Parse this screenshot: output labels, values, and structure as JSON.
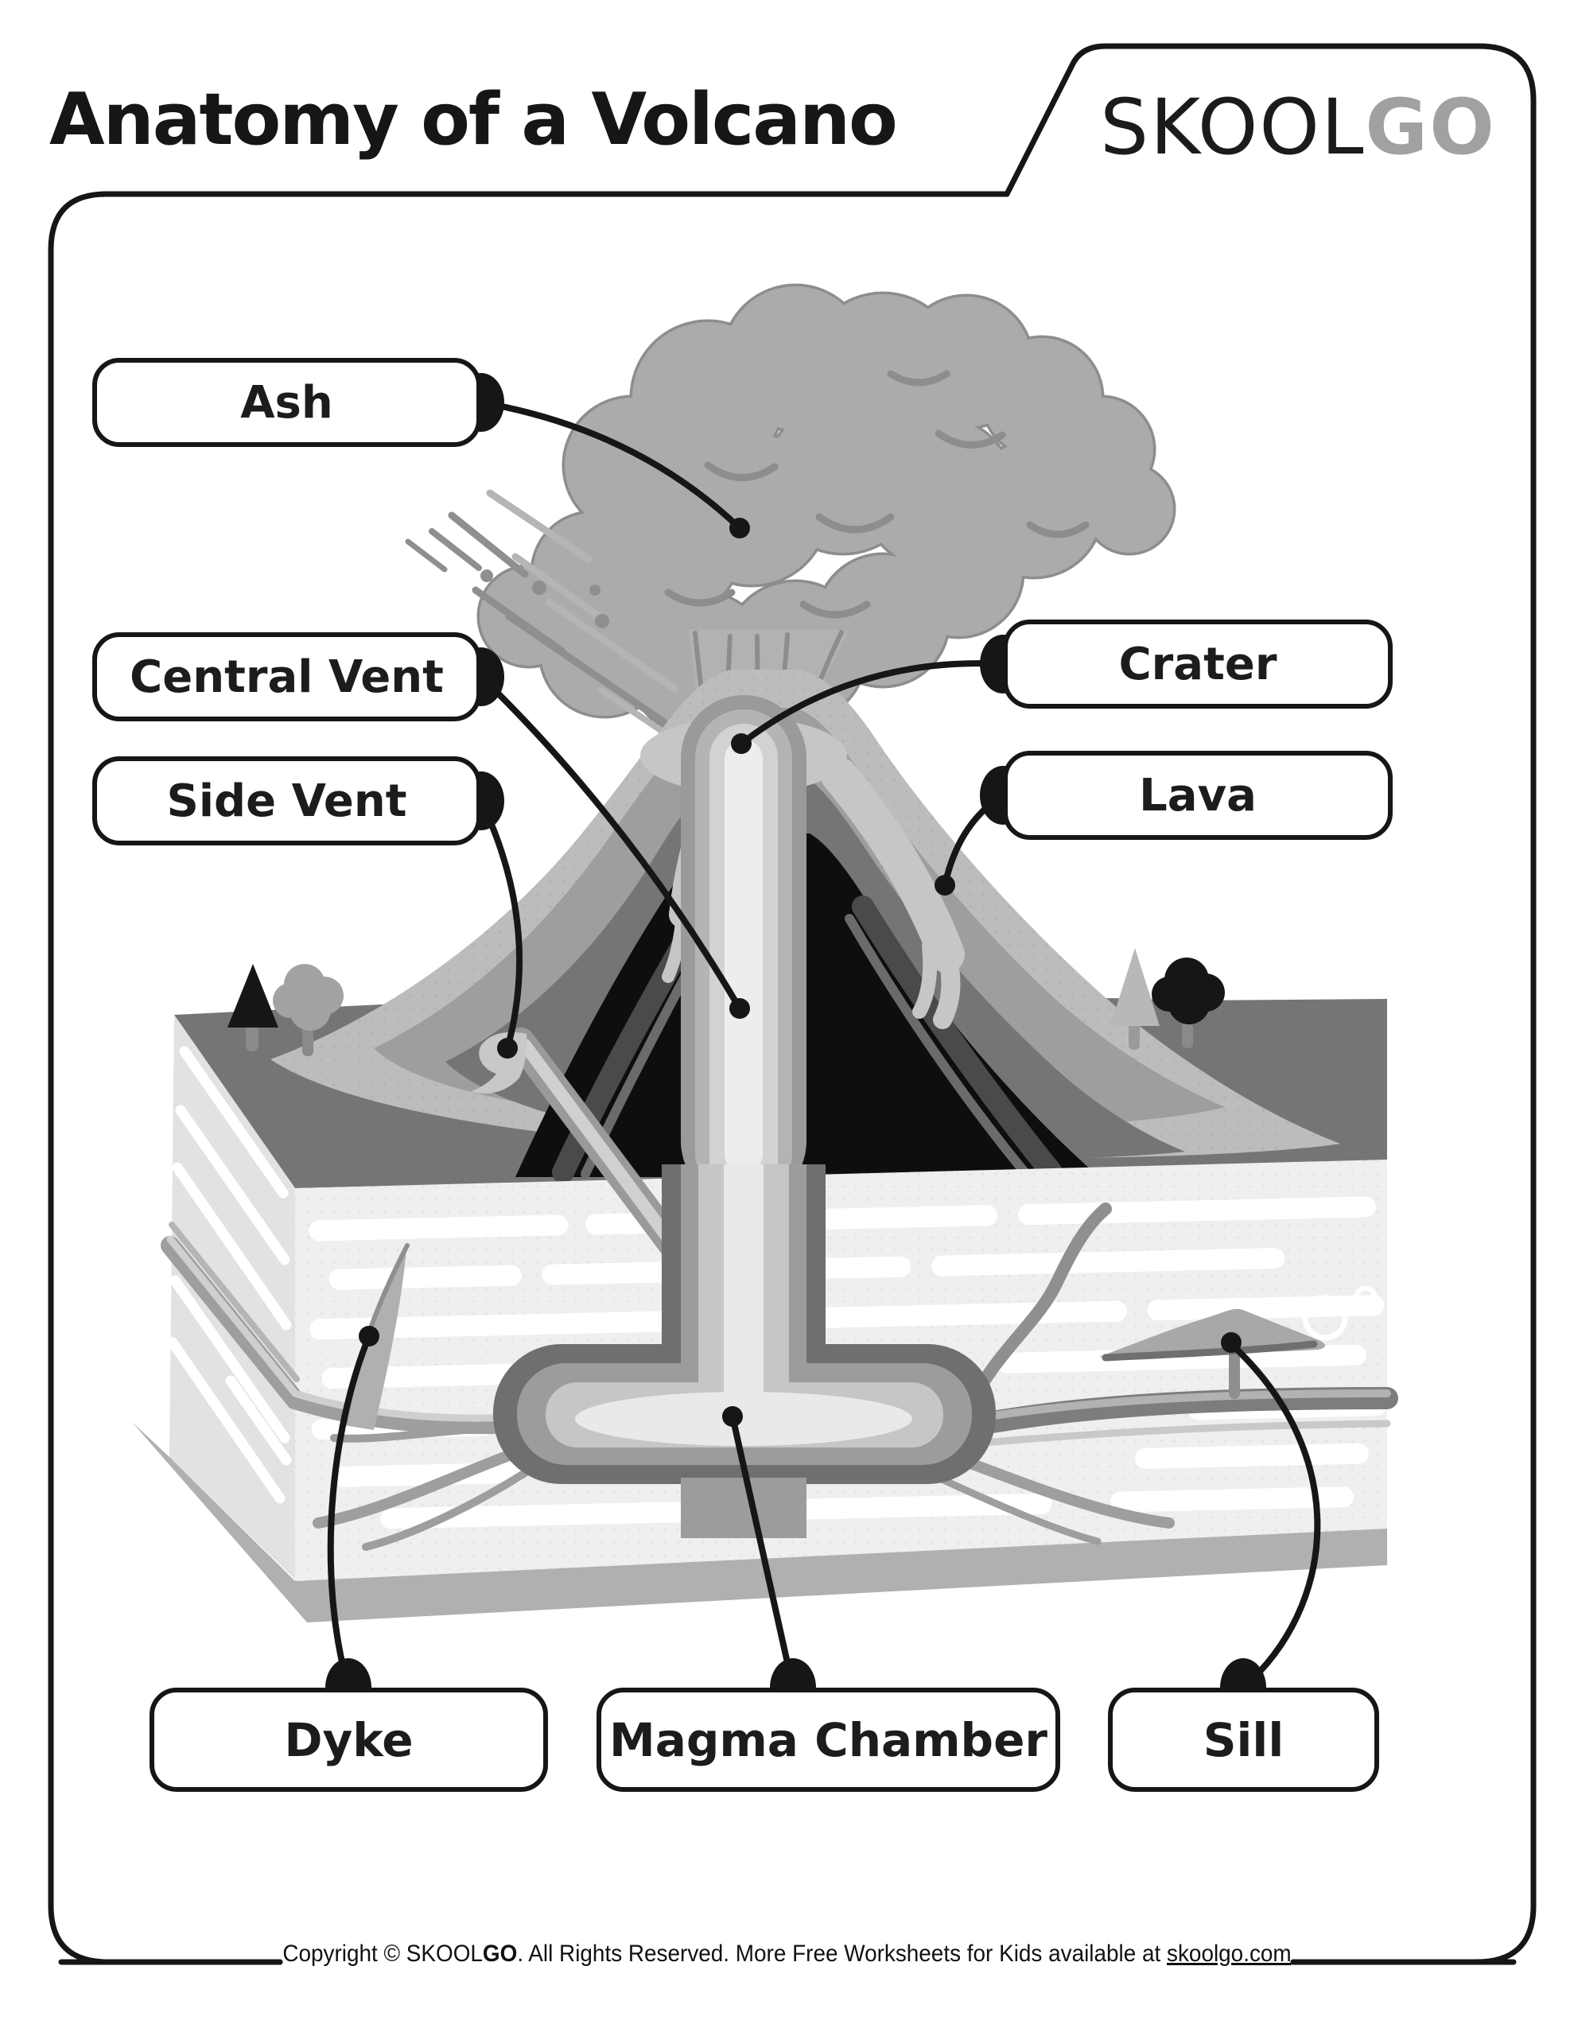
{
  "page": {
    "title": "Anatomy of a Volcano"
  },
  "logo": {
    "skool": "SKOOL",
    "go": "GO"
  },
  "labels": {
    "ash": "Ash",
    "central_vent": "Central Vent",
    "side_vent": "Side Vent",
    "crater": "Crater",
    "lava": "Lava",
    "dyke": "Dyke",
    "magma_chamber": "Magma Chamber",
    "sill": "Sill"
  },
  "footer": {
    "copyright_prefix": "Copyright © SKOOL",
    "copyright_brand_bold": "GO",
    "copyright_suffix": ". All Rights Reserved. More Free Worksheets for Kids available at ",
    "link": "skoolgo.com"
  },
  "colors": {
    "ink": "#161616",
    "logo_go_gray": "#a1a1a1",
    "cloud_fill": "#ababab",
    "cloud_outline": "#8d8d8d",
    "slope_light": "#bcbcbc",
    "slope_mid": "#9e9e9e",
    "ground_dark": "#757575",
    "interior_black": "#0e0e0e",
    "vent_core": "#ededed",
    "rock_face": "#efefef",
    "base_band": "#b0b0b0",
    "chamber_outline": "#6f6f6f"
  }
}
